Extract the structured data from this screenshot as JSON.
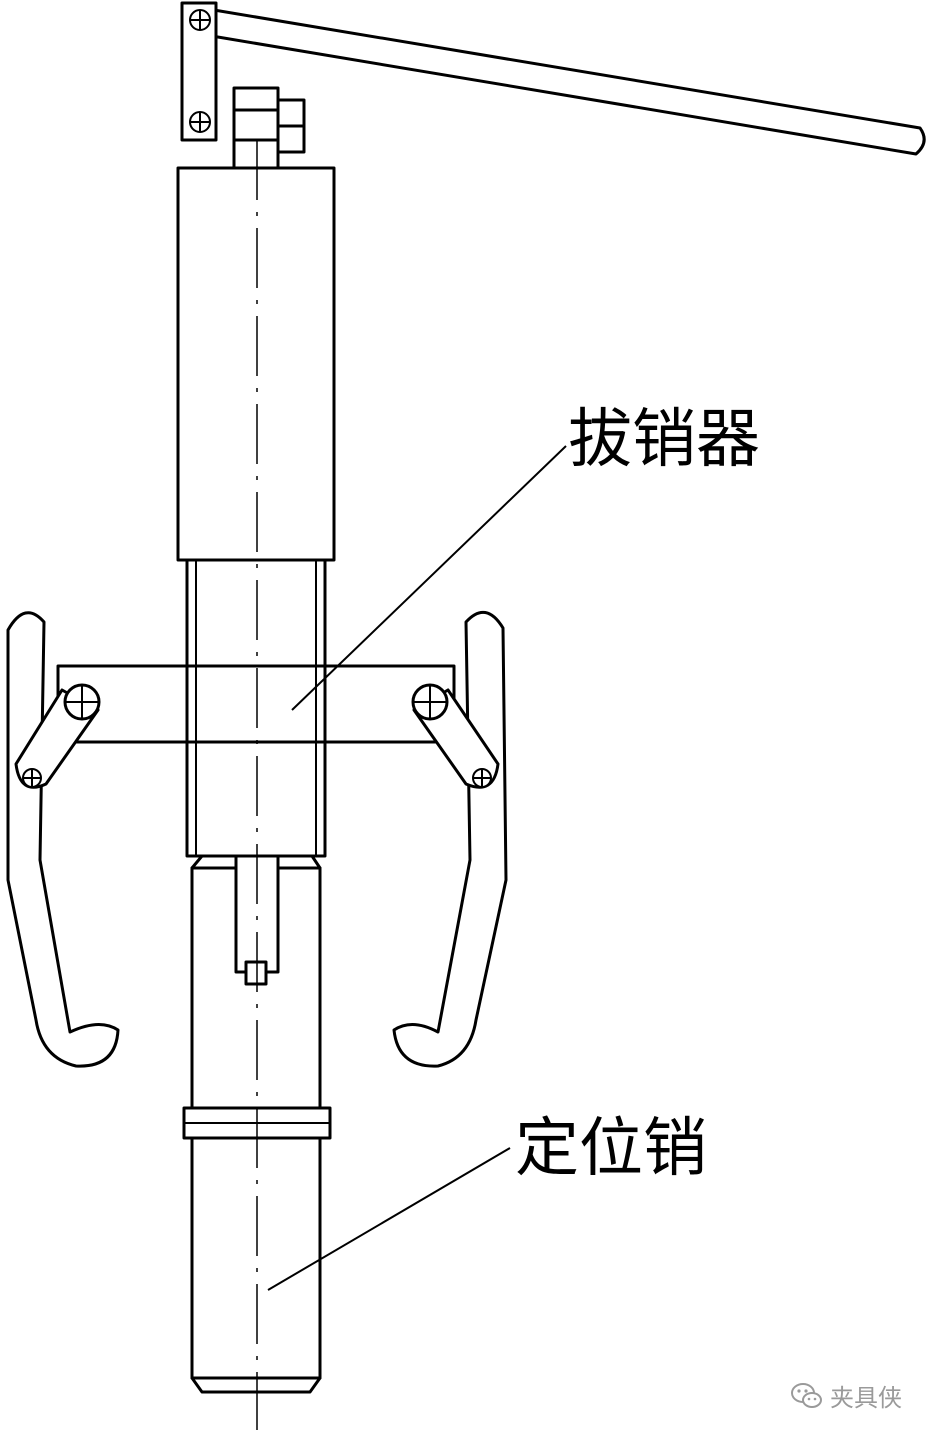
{
  "labels": {
    "puller": "拔销器",
    "locating_pin": "定位销"
  },
  "watermark": {
    "text": "夹具侠",
    "icon": "wechat-icon"
  },
  "colors": {
    "line": "#000000",
    "background": "#ffffff",
    "watermark": "#9a9a9a"
  }
}
